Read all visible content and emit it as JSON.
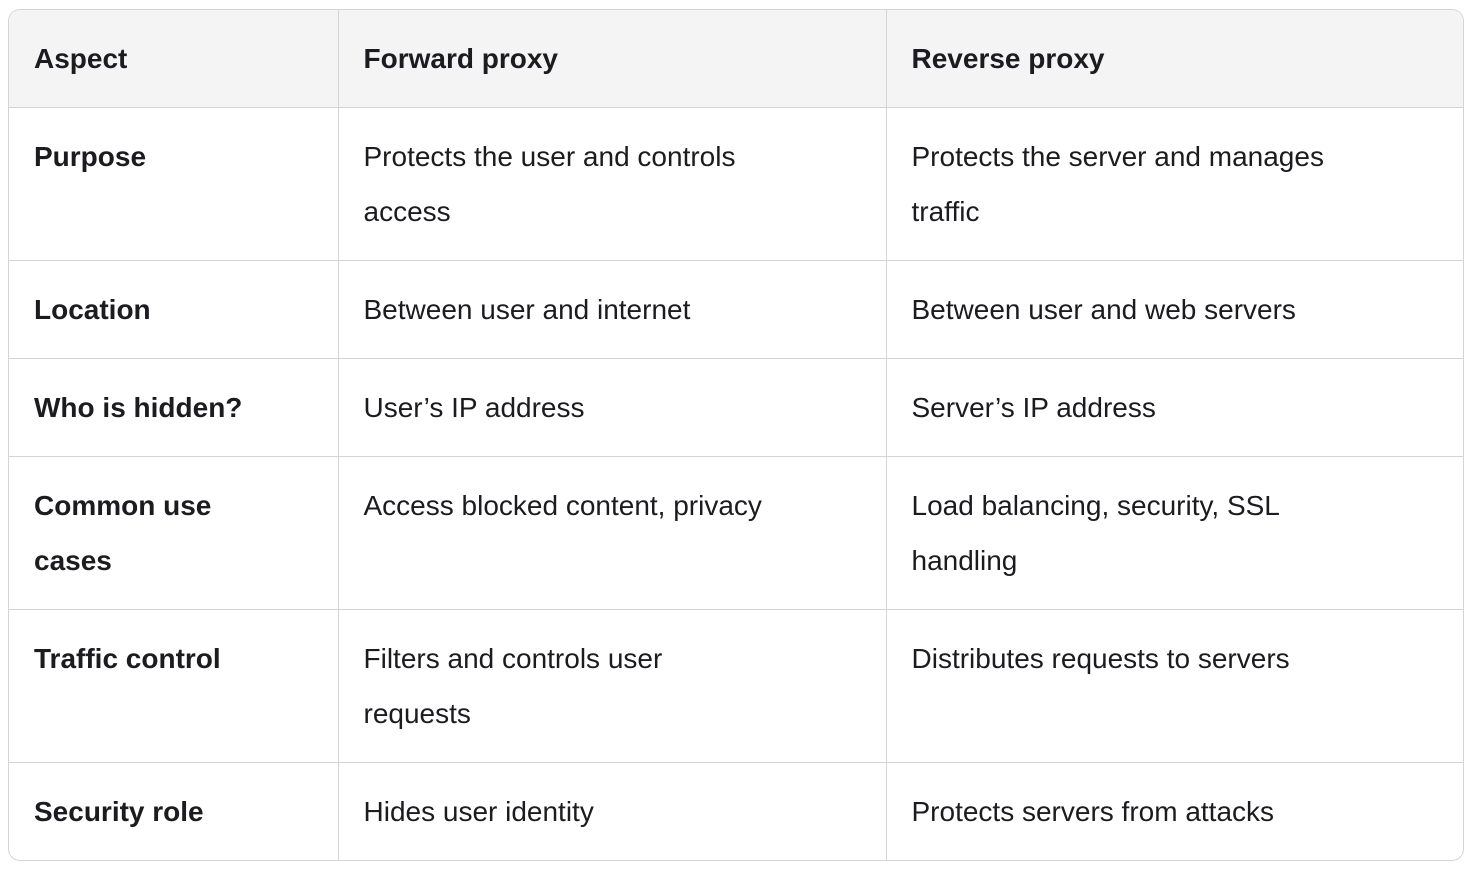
{
  "colors": {
    "header_background": "#f4f4f5",
    "border": "#d4d4d8",
    "text": "#1b1b20",
    "body_background": "#ffffff"
  },
  "table": {
    "columns": [
      {
        "label": "Aspect"
      },
      {
        "label": "Forward proxy"
      },
      {
        "label": "Reverse proxy"
      }
    ],
    "rows": [
      {
        "aspect": "Purpose",
        "forward_proxy": "Protects the user and controls\naccess",
        "reverse_proxy": "Protects the server and manages\ntraffic"
      },
      {
        "aspect": "Location",
        "forward_proxy": "Between user and internet",
        "reverse_proxy": "Between user and web servers"
      },
      {
        "aspect": "Who is hidden?",
        "forward_proxy": "User’s IP address",
        "reverse_proxy": "Server’s IP address"
      },
      {
        "aspect": "Common use\ncases",
        "forward_proxy": "Access blocked content, privacy",
        "reverse_proxy": "Load balancing, security, SSL\nhandling"
      },
      {
        "aspect": "Traffic control",
        "forward_proxy": "Filters and controls user\nrequests",
        "reverse_proxy": "Distributes requests to servers"
      },
      {
        "aspect": "Security role",
        "forward_proxy": "Hides user identity",
        "reverse_proxy": "Protects servers from attacks"
      }
    ]
  }
}
